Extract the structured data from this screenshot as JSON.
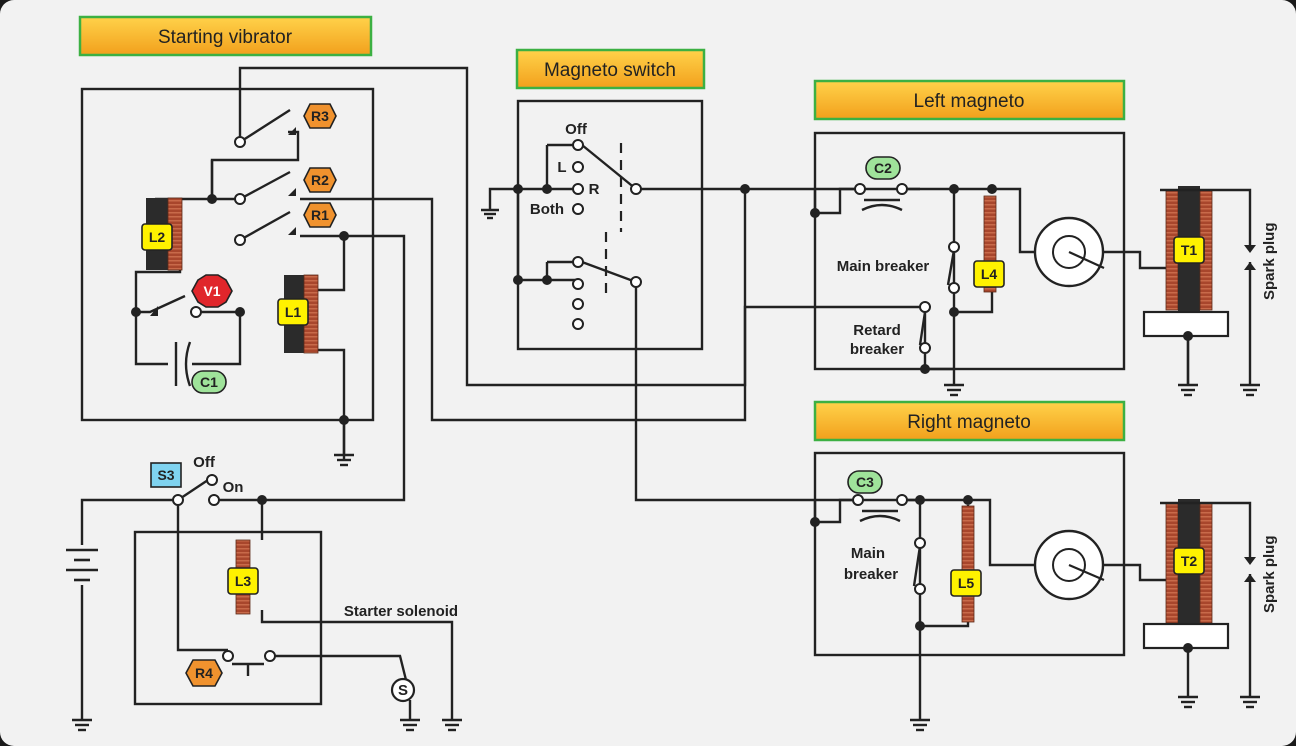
{
  "panels": {
    "starting_vibrator": "Starting vibrator",
    "magneto_switch": "Magneto switch",
    "left_magneto": "Left magneto",
    "right_magneto": "Right magneto"
  },
  "components": {
    "R1": "R1",
    "R2": "R2",
    "R3": "R3",
    "R4": "R4",
    "L1": "L1",
    "L2": "L2",
    "L3": "L3",
    "L4": "L4",
    "L5": "L5",
    "C1": "C1",
    "C2": "C2",
    "C3": "C3",
    "V1": "V1",
    "S3": "S3",
    "T1": "T1",
    "T2": "T2"
  },
  "labels": {
    "off": "Off",
    "l": "L",
    "r": "R",
    "both": "Both",
    "s3_off": "Off",
    "s3_on": "On",
    "starter_solenoid": "Starter solenoid",
    "solenoid_symbol": "S",
    "main_breaker_left": "Main breaker",
    "retard_breaker_1": "Retard",
    "retard_breaker_2": "breaker",
    "main_breaker_right_1": "Main",
    "main_breaker_right_2": "breaker",
    "spark_plug_1": "Spark plug",
    "spark_plug_2": "Spark plug"
  },
  "colors": {
    "background": "#f2f2f2",
    "title_fill_top": "#ffd24a",
    "title_fill_bottom": "#f2a01c",
    "title_border": "#3cb043",
    "relay_tag": "#f0922e",
    "coil_tag": "#fff200",
    "capacitor_tag": "#9fe39a",
    "vibrator_tag": "#e0262b",
    "switch_tag": "#7fd3f0",
    "coil_winding": "#a8462c"
  }
}
